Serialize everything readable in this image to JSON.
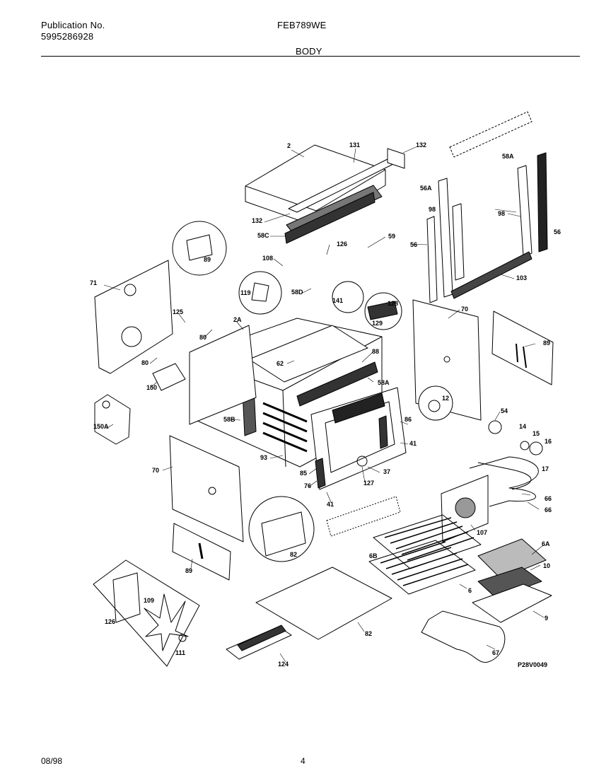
{
  "header": {
    "publication_label": "Publication No.",
    "publication_number": "5995286928",
    "model": "FEB789WE",
    "section": "BODY"
  },
  "diagram": {
    "code": "P28V0049",
    "callouts": [
      {
        "id": "c2",
        "text": "2"
      },
      {
        "id": "c131",
        "text": "131"
      },
      {
        "id": "c132a",
        "text": "132"
      },
      {
        "id": "c132b",
        "text": "132"
      },
      {
        "id": "c58c",
        "text": "58C"
      },
      {
        "id": "c59",
        "text": "59"
      },
      {
        "id": "c126a",
        "text": "126"
      },
      {
        "id": "c108",
        "text": "108"
      },
      {
        "id": "c58d",
        "text": "58D"
      },
      {
        "id": "c119",
        "text": "119"
      },
      {
        "id": "c141",
        "text": "141"
      },
      {
        "id": "c128",
        "text": "128"
      },
      {
        "id": "c129",
        "text": "129"
      },
      {
        "id": "c89a",
        "text": "89"
      },
      {
        "id": "c71",
        "text": "71"
      },
      {
        "id": "c125",
        "text": "125"
      },
      {
        "id": "c80a",
        "text": "80"
      },
      {
        "id": "c2a",
        "text": "2A"
      },
      {
        "id": "c80b",
        "text": "80"
      },
      {
        "id": "c62",
        "text": "62"
      },
      {
        "id": "c150",
        "text": "150"
      },
      {
        "id": "c150a",
        "text": "150A"
      },
      {
        "id": "c58b",
        "text": "58B"
      },
      {
        "id": "c88a",
        "text": "88"
      },
      {
        "id": "c58a1",
        "text": "58A"
      },
      {
        "id": "c56a",
        "text": "56A"
      },
      {
        "id": "c98a",
        "text": "98"
      },
      {
        "id": "c56a2",
        "text": "56"
      },
      {
        "id": "c58a2",
        "text": "58A"
      },
      {
        "id": "c98b",
        "text": "98"
      },
      {
        "id": "c56b",
        "text": "56"
      },
      {
        "id": "c103",
        "text": "103"
      },
      {
        "id": "c70a",
        "text": "70"
      },
      {
        "id": "c89b",
        "text": "89"
      },
      {
        "id": "c12",
        "text": "12"
      },
      {
        "id": "c54",
        "text": "54"
      },
      {
        "id": "c14",
        "text": "14"
      },
      {
        "id": "c15",
        "text": "15"
      },
      {
        "id": "c16",
        "text": "16"
      },
      {
        "id": "c17",
        "text": "17"
      },
      {
        "id": "c66a",
        "text": "66"
      },
      {
        "id": "c66b",
        "text": "66"
      },
      {
        "id": "c86",
        "text": "86"
      },
      {
        "id": "c41a",
        "text": "41"
      },
      {
        "id": "c37",
        "text": "37"
      },
      {
        "id": "c93",
        "text": "93"
      },
      {
        "id": "c85",
        "text": "85"
      },
      {
        "id": "c76",
        "text": "76"
      },
      {
        "id": "c41b",
        "text": "41"
      },
      {
        "id": "c127",
        "text": "127"
      },
      {
        "id": "c70b",
        "text": "70"
      },
      {
        "id": "c82a",
        "text": "82"
      },
      {
        "id": "c89c",
        "text": "89"
      },
      {
        "id": "c107",
        "text": "107"
      },
      {
        "id": "c6a",
        "text": "6A"
      },
      {
        "id": "c10",
        "text": "10"
      },
      {
        "id": "c6b",
        "text": "6B"
      },
      {
        "id": "c6",
        "text": "6"
      },
      {
        "id": "c9",
        "text": "9"
      },
      {
        "id": "c126b",
        "text": "126"
      },
      {
        "id": "c109",
        "text": "109"
      },
      {
        "id": "c111",
        "text": "111"
      },
      {
        "id": "c82b",
        "text": "82"
      },
      {
        "id": "c124",
        "text": "124"
      },
      {
        "id": "c67",
        "text": "67"
      }
    ]
  },
  "footer": {
    "date": "08/98",
    "page": "4"
  }
}
